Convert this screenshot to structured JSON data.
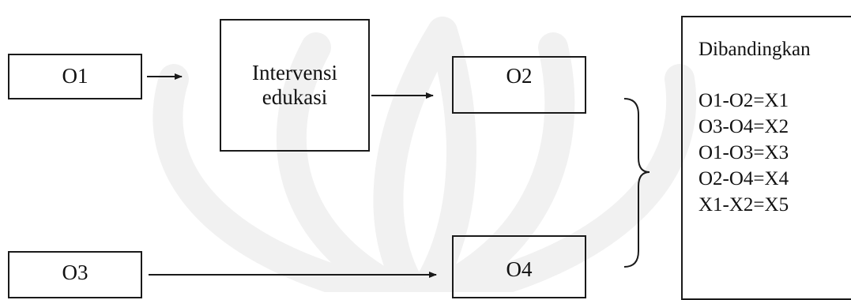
{
  "boxes": {
    "o1": "O1",
    "intervention": "Intervensi edukasi",
    "o2": "O2",
    "o3": "O3",
    "o4": "O4"
  },
  "comparison": {
    "title": "Dibandingkan",
    "lines": [
      "O1-O2=X1",
      "O3-O4=X2",
      "O1-O3=X3",
      "O2-O4=X4",
      "X1-X2=X5"
    ]
  },
  "colors": {
    "stroke": "#1a1a1a",
    "watermark": "#f3f3f3"
  }
}
